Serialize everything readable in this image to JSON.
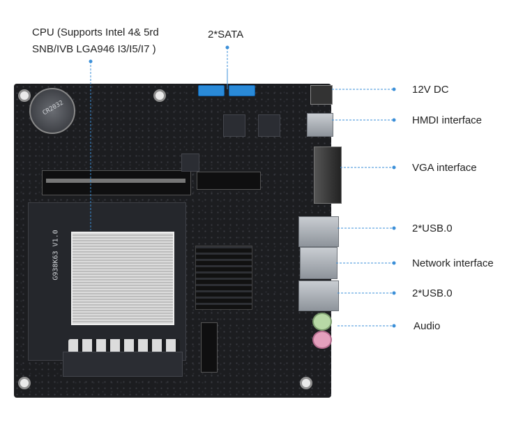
{
  "labels": {
    "cpu_line1": "CPU (Supports Intel 4& 5rd",
    "cpu_line2": "SNB/IVB LGA946 I3/I5/I7 )",
    "sata": "2*SATA",
    "dc": "12V DC",
    "hdmi": "HMDI interface",
    "vga": "VGA interface",
    "usb_top": "2*USB.0",
    "network": "Network interface",
    "usb_bottom": "2*USB.0",
    "audio": "Audio"
  },
  "board_text": {
    "model": "G938K63 V1.0",
    "battery": "CR2032"
  },
  "colors": {
    "leader_line": "#3b8fd8",
    "board": "#1c1d20",
    "sata": "#2a8ad8"
  }
}
